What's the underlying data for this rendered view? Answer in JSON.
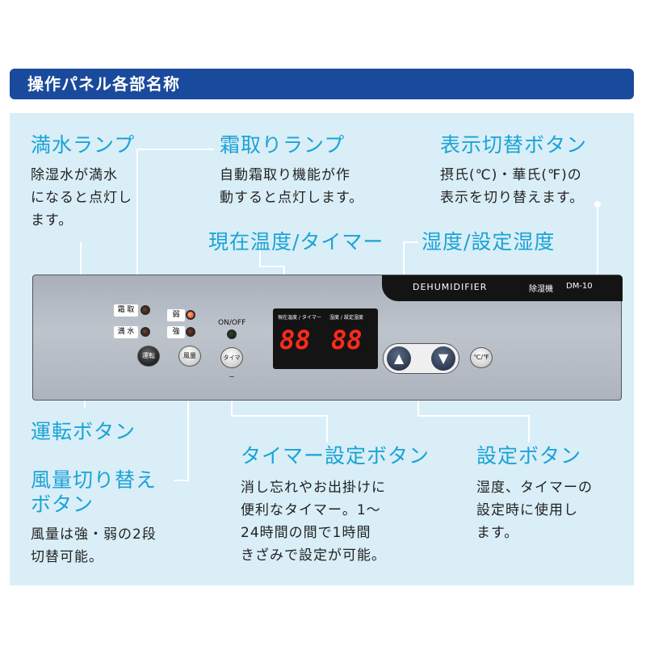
{
  "header": {
    "title": "操作パネル各部名称"
  },
  "labels": {
    "full_water": {
      "title": "満水ランプ",
      "desc": [
        "除湿水が満水",
        "になると点灯し",
        "ます。"
      ]
    },
    "defrost": {
      "title": "霜取りランプ",
      "desc": [
        "自動霜取り機能が作",
        "動すると点灯します。"
      ]
    },
    "display_switch": {
      "title": "表示切替ボタン",
      "desc": [
        "摂氏(℃)・華氏(℉)の",
        "表示を切り替えます。"
      ]
    },
    "current_temp": {
      "title": "現在温度/タイマー"
    },
    "humidity": {
      "title": "湿度/設定湿度"
    },
    "run_button": {
      "title": "運転ボタン"
    },
    "fan_switch": {
      "title_lines": [
        "風量切り替え",
        "ボタン"
      ],
      "desc": [
        "風量は強・弱の2段",
        "切替可能。"
      ]
    },
    "timer_button": {
      "title": "タイマー設定ボタン",
      "desc": [
        "消し忘れやお出掛けに",
        "便利なタイマー。1～",
        "24時間の間で1時間",
        "きざみで設定が可能。"
      ]
    },
    "set_button": {
      "title": "設定ボタン",
      "desc": [
        "湿度、タイマーの",
        "設定時に使用し",
        "ます。"
      ]
    }
  },
  "panel": {
    "brand": "DEHUMIDIFIER",
    "product_jp": "除湿機",
    "model": "DM-10",
    "lamp_defrost": "霜 取",
    "lamp_full": "満 水",
    "lamp_weak": "弱",
    "lamp_strong": "強",
    "onoff": "ON/OFF",
    "display1_label": "現在温度 / タイマー",
    "display1_value": "88",
    "display2_label": "湿度 / 設定湿度",
    "display2_value": "88",
    "btn_run": "運転",
    "btn_fan": "風量",
    "btn_timer": "タイマー",
    "btn_unit": "℃/℉",
    "arrow_up": "▲",
    "arrow_down": "▼"
  },
  "colors": {
    "header_bg": "#1a4a9c",
    "title": "#1aa3d6",
    "background": "#d9eef7",
    "segment": "#ff2a1a"
  }
}
